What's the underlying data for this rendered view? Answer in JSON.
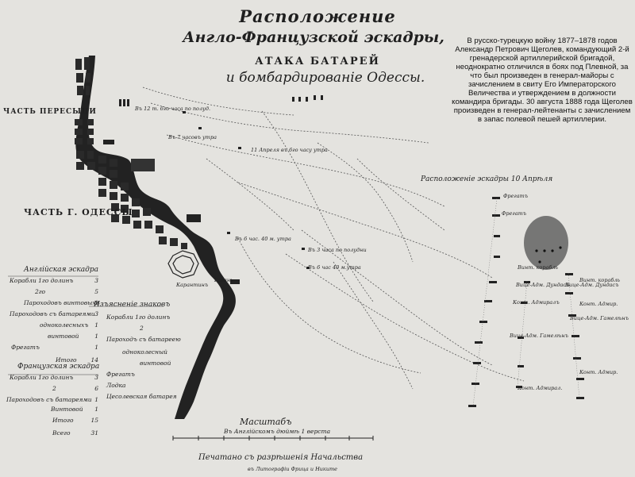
{
  "title": {
    "line1": "Расположение",
    "line2": "Англо-Французской эскадры,",
    "line3": "АТАКА БАТАРЕЙ",
    "line4": "и бомбардированіе Одессы."
  },
  "bio_text": "В русско-турецкую войну 1877–1878 годов Александр Петрович Щеголев, командующий 2-й гренадерской артиллерийской бригадой, неоднократно отличился в боях под Плевной, за что был произведен в генерал-майоры с зачислением в свиту Его Императорского Величества и утверждением в должности командира бригады. 30 августа 1888 года Щеголев произведен в генерал-лейтенанты с зачислением в запас полевой пешей артиллерии.",
  "districts": {
    "peresyp": "ЧАСТЬ ПЕРЕСЫПИ",
    "odessa": "ЧАСТЬ Г. ОДЕССЫ"
  },
  "map_labels": {
    "time1": "Въ 12 m. 6го часа по полуд.",
    "time2": "Въ 7 часовъ утра",
    "time3": "11 Апреля въ 6го часу утра",
    "time4": "Въ 6 час. 40 м. утра",
    "time5": "Въ 3 часа по полудни",
    "time6": "Въ 6 час 40 м.утра",
    "quarantine": "Карантинъ",
    "harbour": "Гавань",
    "squadron_title": "Расположеніе эскадры 10 Апрѣля",
    "frigate": "Фрегатъ",
    "frigate2": "Фрегатъ",
    "adm_left": "Вице-Адм. Дундасъ",
    "adm_right": "Вице-Адм. Дундасъ",
    "kontr_left": "Конт. Адмиралъ",
    "vice_adm_left": "Вице-Адм. Гамелѣнъ",
    "vice_adm_right": "Вице-Адм. Гамелѣнъ",
    "kontr_mid": "Конт. Адмир.",
    "kontr_right": "Конт. Адмир.",
    "kontr_bottom": "Конт. Адмирал.",
    "vint_left": "Винт. корабль",
    "vint_right": "Винт. корабль"
  },
  "legend_eng": {
    "title": "Англійская эскадра",
    "rows": [
      {
        "label": "Корабли 1го долинъ",
        "value": "3"
      },
      {
        "label": "2го",
        "value": "5"
      },
      {
        "label": "Пароходовъ винтовыхъ",
        "value": "1"
      },
      {
        "label": "Пароходовъ съ батареями",
        "value": "3"
      },
      {
        "label": "одноколесныхъ",
        "value": "1"
      },
      {
        "label": "винтовой",
        "value": "1"
      },
      {
        "label": "Фрегатъ",
        "value": "1"
      }
    ],
    "total_label": "Итого",
    "total": "14"
  },
  "legend_fr": {
    "title": "Французская эскадра",
    "rows": [
      {
        "label": "Корабли 1го долинъ",
        "value": "3"
      },
      {
        "label": "2",
        "value": "6"
      },
      {
        "label": "Пароходовъ съ батареями",
        "value": "1"
      },
      {
        "label": "Винтовой",
        "value": "1"
      }
    ],
    "total_label": "Итого",
    "total": "15",
    "grand_label": "Всего",
    "grand_total": "31"
  },
  "legend_signs": {
    "title": "Изъясненіе знаковъ",
    "rows": [
      "Корабли 1го долинъ",
      "2",
      "Пароходъ съ батареею",
      "одноколесный",
      "винтовой",
      "Фрегатъ",
      "Лодка",
      "Цесолевская батарея"
    ]
  },
  "scale": {
    "title": "Масштабъ",
    "unit": "Въ Англійскомъ дюймѣ 1 верста"
  },
  "footer": {
    "censor": "Печатано съ разрѣшенія Начальства",
    "publisher": "въ Литографіи Фрица и Никите"
  },
  "colors": {
    "paper": "#e4e3df",
    "ink": "#1f1f1f",
    "land": "#262626"
  }
}
